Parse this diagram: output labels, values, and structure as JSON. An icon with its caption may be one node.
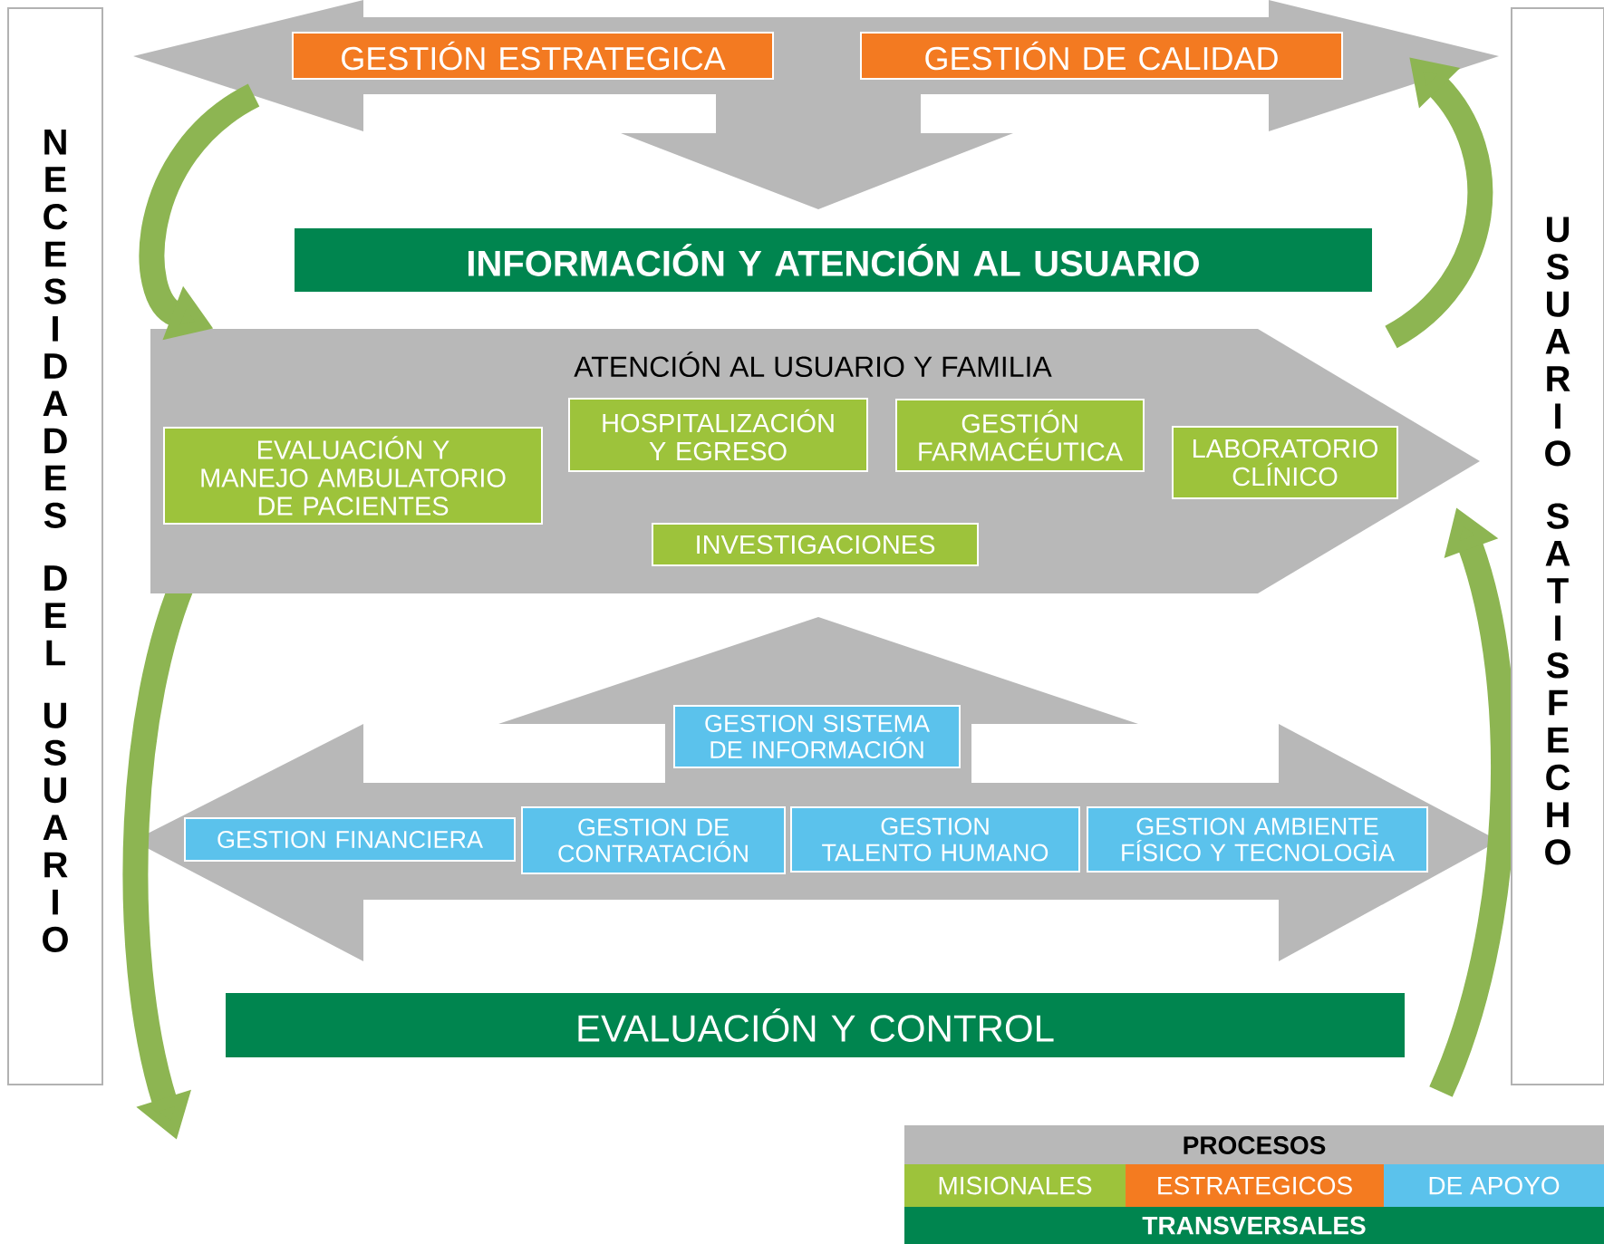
{
  "diagram": {
    "nodes": [
      {
        "text": [
          "NECESIDADES DEL USUARIO"
        ]
      },
      {
        "text": [
          "USUARIO SATISFECHO"
        ]
      },
      {
        "text": [
          "GESTIÓN ESTRATEGICA"
        ]
      },
      {
        "text": [
          "GESTIÓN DE CALIDAD"
        ]
      },
      {
        "text": [
          "INFORMACIÓN Y ATENCIÓN AL USUARIO"
        ]
      },
      {
        "text": [
          "ATENCIÓN AL USUARIO Y FAMILIA"
        ]
      },
      {
        "text": [
          "EVALUACIÓN Y MANEJO AMBULATORIO DE PACIENTES"
        ],
        "in": 5
      },
      {
        "text": [
          "HOSPITALIZACIÓN Y EGRESO"
        ],
        "in": 5
      },
      {
        "text": [
          "GESTIÓN FARMACÉUTICA"
        ],
        "in": 5
      },
      {
        "text": [
          "LABORATORIO CLÍNICO"
        ],
        "in": 5
      },
      {
        "text": [
          "INVESTIGACIONES"
        ],
        "in": 5
      },
      {
        "text": [
          "GESTION SISTEMA DE INFORMACIÓN"
        ]
      },
      {
        "text": [
          "GESTION FINANCIERA"
        ]
      },
      {
        "text": [
          "GESTION DE CONTRATACIÓN"
        ]
      },
      {
        "text": [
          "GESTION TALENTO HUMANO"
        ]
      },
      {
        "text": [
          "GESTION AMBIENTE FÍSICO Y TECNOLOGÌA"
        ]
      },
      {
        "text": [
          "EVALUACIÓN Y CONTROL"
        ]
      }
    ],
    "edges": [
      {
        "from": null,
        "to": 5,
        "arrow": "to"
      }
    ],
    "labels": [
      "PROCESOS"
    ],
    "legend": [
      {
        "text": "MISIONALES",
        "color": "#9dc33b"
      },
      {
        "text": "ESTRATEGICOS",
        "color": "#f47b20"
      },
      {
        "text": "DE APOYO",
        "color": "#5bc2ec"
      },
      {
        "text": "TRANSVERSALES",
        "color": "#00854f"
      }
    ]
  }
}
